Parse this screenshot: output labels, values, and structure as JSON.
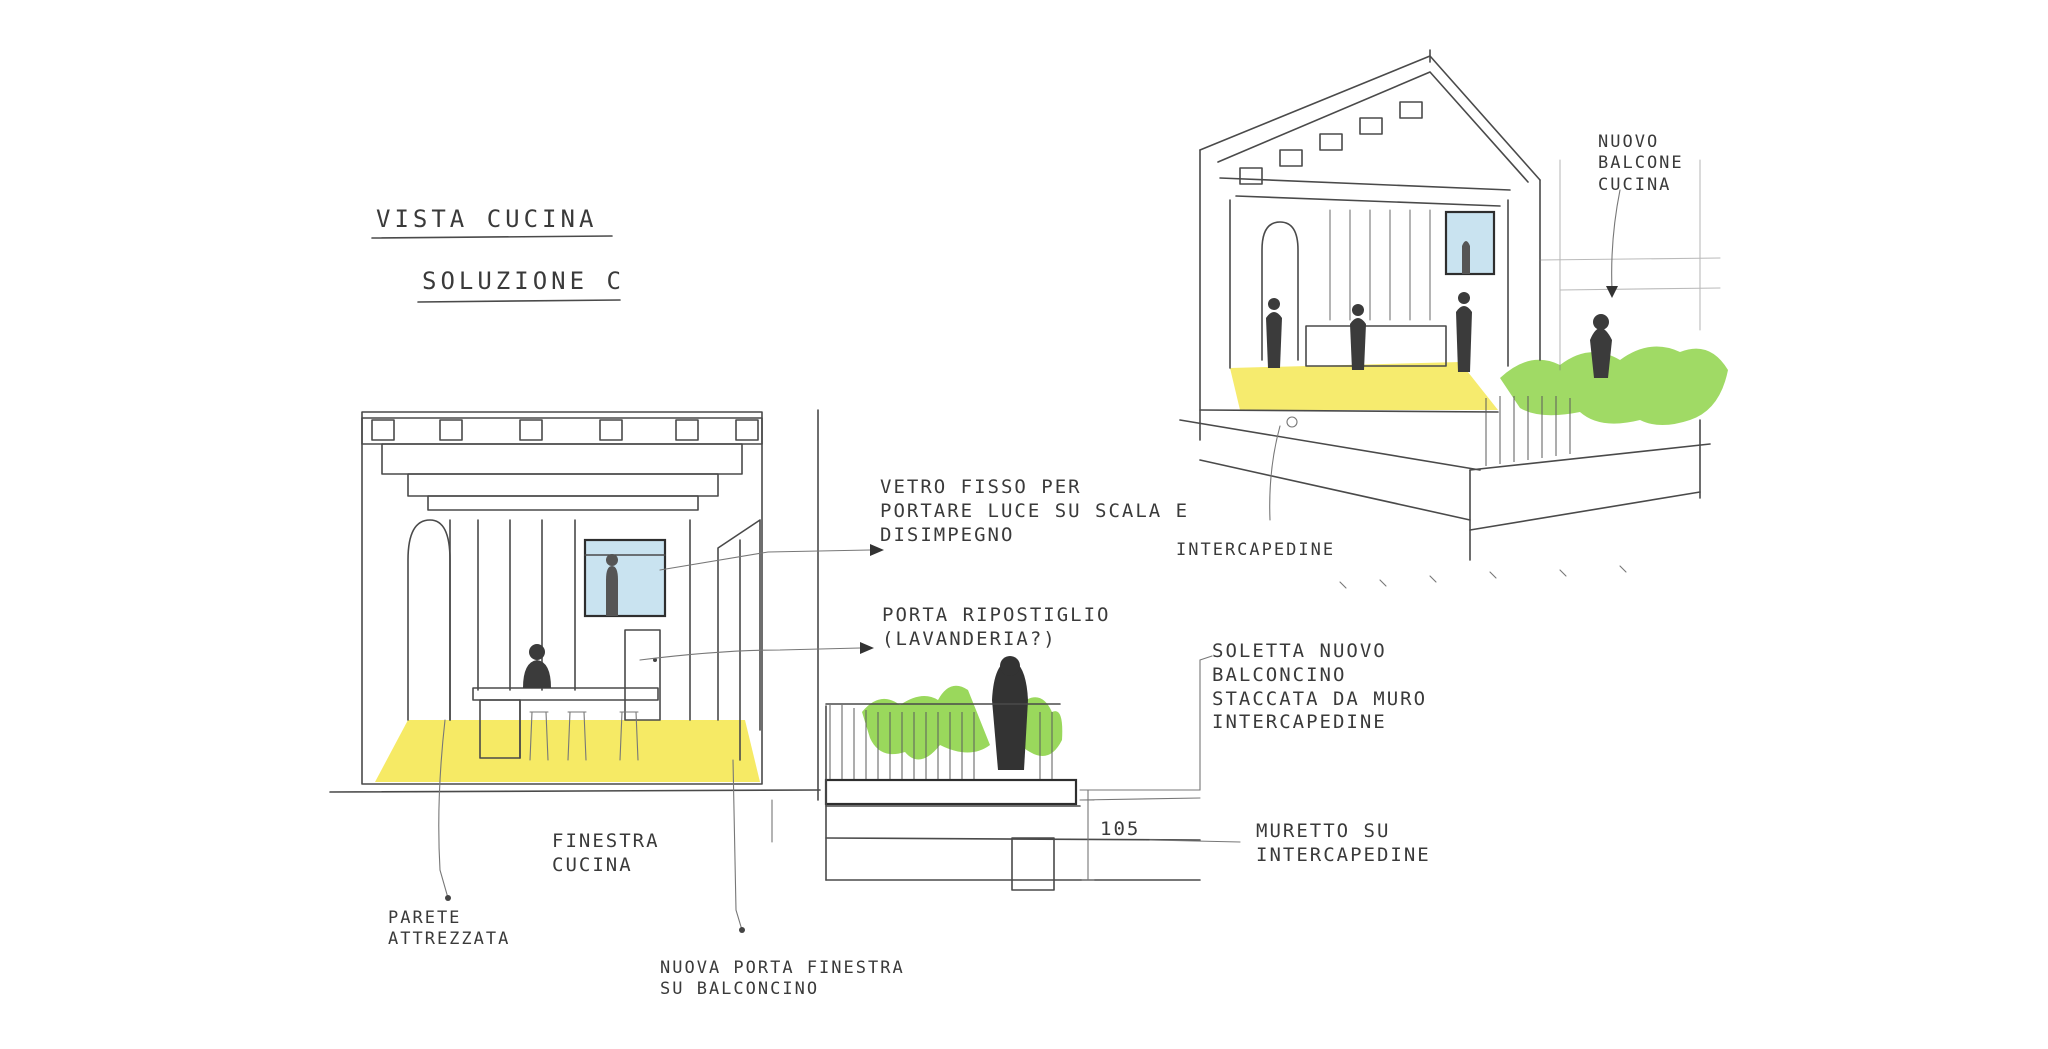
{
  "title": {
    "line1": "VISTA CUCINA",
    "line2": "SOLUZIONE C"
  },
  "annotations": {
    "vetro_fisso": "VETRO FISSO PER\nPORTARE LUCE SU SCALA E\nDISIMPEGNO",
    "porta_ripostiglio": "PORTA RIPOSTIGLIO\n(LAVANDERIA?)",
    "soletta": "SOLETTA NUOVO\nBALCONCINO\nSTACCATA DA MURO\nINTERCAPEDINE",
    "dimension": "105",
    "muretto": "MURETTO SU\nINTERCAPEDINE",
    "finestra": "FINESTRA\nCUCINA",
    "parete": "PARETE\nATTREZZATA",
    "nuova_porta": "NUOVA PORTA FINESTRA\nSU BALCONCINO",
    "nuovo_balcone": "NUOVO\nBALCONE\nCUCINA",
    "intercapedine": "INTERCAPEDINE"
  },
  "colors": {
    "floor": "#f4e64a",
    "plants": "#8fd44a",
    "glass": "#bcdcec",
    "pencil": "#4a4a4a"
  }
}
